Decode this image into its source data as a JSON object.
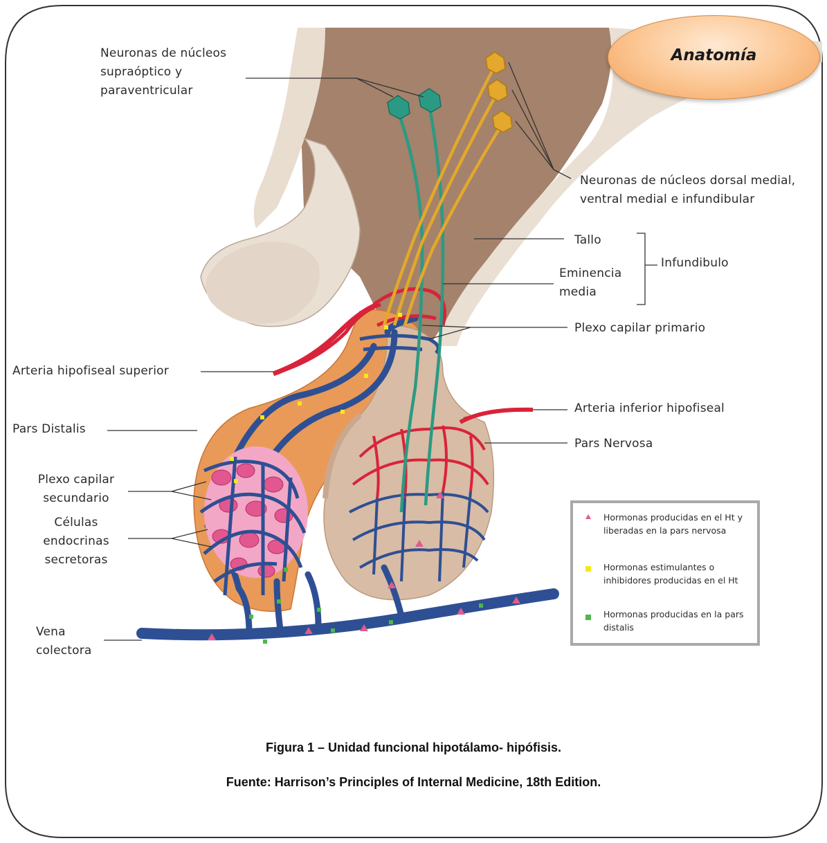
{
  "title_badge": "Anatomía",
  "labels": {
    "neuronas_supraoptico": [
      "Neuronas de núcleos",
      "supraóptico y",
      "paraventricular"
    ],
    "neuronas_dorsal": [
      "Neuronas de núcleos dorsal medial,",
      "ventral medial e infundibular"
    ],
    "tallo": "Tallo",
    "eminencia_media": [
      "Eminencia",
      "media"
    ],
    "infundibulo": "Infundibulo",
    "plexo_primario": "Plexo capilar primario",
    "arteria_superior": "Arteria hipofiseal superior",
    "arteria_inferior": "Arteria inferior hipofiseal",
    "pars_distalis": "Pars Distalis",
    "pars_nervosa": "Pars Nervosa",
    "plexo_secundario": [
      "Plexo capilar",
      "secundario"
    ],
    "celulas_endocrinas": [
      "Células",
      "endocrinas",
      "secretoras"
    ],
    "vena_colectora": [
      "Vena",
      "colectora"
    ]
  },
  "legend": [
    {
      "marker": "triangle",
      "color": "#e05c8a",
      "text": "Hormonas producidas en el Ht y liberadas en la pars nervosa"
    },
    {
      "marker": "square",
      "color": "#f4e81c",
      "text": "Hormonas estimulantes o inhibidores producidas en el Ht"
    },
    {
      "marker": "square",
      "color": "#4cb84c",
      "text": "Hormonas producidas en la pars distalis"
    }
  ],
  "caption": {
    "line1": "Figura 1 – Unidad funcional hipotálamo- hipófisis.",
    "line2": "Fuente: Harrison’s Principles of Internal Medicine, 18th Edition."
  },
  "colors": {
    "artery": "#d9233a",
    "vein": "#2e4f93",
    "neuron_green": "#2b9a84",
    "neuron_yellow": "#e3a82c",
    "pars_distalis": "#e99a58",
    "brain_tissue": "#a98670"
  }
}
